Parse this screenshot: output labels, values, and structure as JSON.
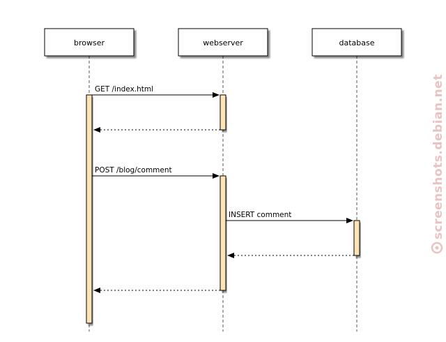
{
  "diagram": {
    "actors": [
      {
        "id": "browser",
        "label": "browser"
      },
      {
        "id": "webserver",
        "label": "webserver"
      },
      {
        "id": "database",
        "label": "database"
      }
    ],
    "messages": [
      {
        "from": "browser",
        "to": "webserver",
        "label": "GET /index.html",
        "style": "solid"
      },
      {
        "from": "webserver",
        "to": "browser",
        "label": "",
        "style": "dashed"
      },
      {
        "from": "browser",
        "to": "webserver",
        "label": "POST /blog/comment",
        "style": "solid"
      },
      {
        "from": "webserver",
        "to": "database",
        "label": "INSERT comment",
        "style": "solid"
      },
      {
        "from": "database",
        "to": "webserver",
        "label": "",
        "style": "dashed"
      },
      {
        "from": "webserver",
        "to": "browser",
        "label": "",
        "style": "dashed"
      }
    ],
    "activation_color": "#fde3b5"
  },
  "watermark": {
    "text": "screenshots.debian.net",
    "color": "#e9c3c3"
  }
}
